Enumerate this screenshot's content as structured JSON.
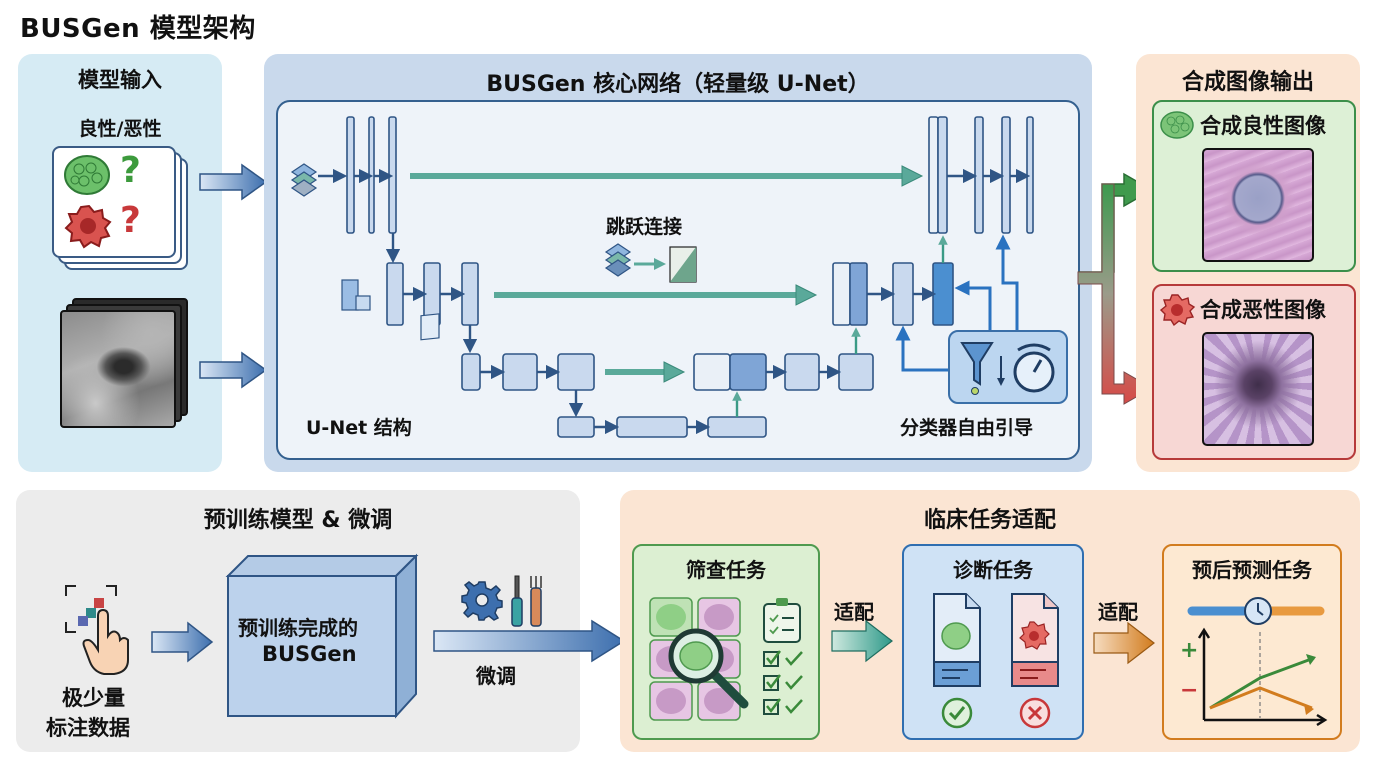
{
  "title": "BUSGen 模型架构",
  "input_panel": {
    "title": "模型输入",
    "class_label": "良性/恶性",
    "icons": [
      "benign-cell-icon",
      "malignant-cell-icon",
      "question-mark-icon",
      "ultrasound-image-icon"
    ],
    "question_mark": "?"
  },
  "core_panel": {
    "title": "BUSGen 核心网络（轻量级 U-Net）",
    "skip_label": "跳跃连接",
    "unet_label": "U-Net 结构",
    "guidance_label": "分类器自由引导"
  },
  "output_panel": {
    "title": "合成图像输出",
    "benign_label": "合成良性图像",
    "malignant_label": "合成恶性图像",
    "colors": {
      "benign": "#3c8f4a",
      "malignant": "#c0393b"
    }
  },
  "pretrain_panel": {
    "title": "预训练模型 & 微调",
    "data_label_line1": "极少量",
    "data_label_line2": "标注数据",
    "model_label_line1": "预训练完成的",
    "model_label_line2": "BUSGen",
    "finetune_label": "微调"
  },
  "clinical_panel": {
    "title": "临床任务适配",
    "tasks": [
      {
        "label": "筛查任务"
      },
      {
        "label": "诊断任务"
      },
      {
        "label": "预后预测任务"
      }
    ],
    "adapt_labels": [
      "适配",
      "适配"
    ],
    "plus": "+",
    "minus": "−",
    "colors": {
      "screening": "#4f9a4f",
      "diagnosis": "#2f6eb0",
      "prognosis": "#d27c1e"
    }
  }
}
